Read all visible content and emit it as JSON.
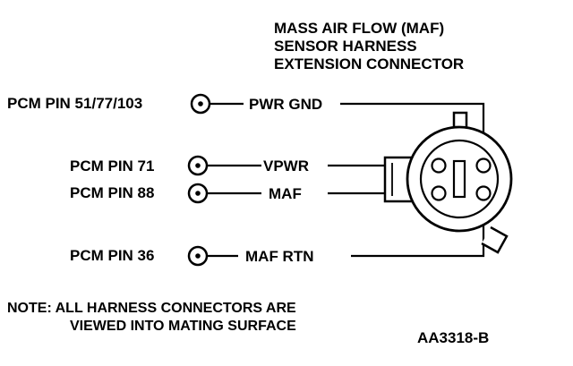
{
  "title": {
    "line1": "MASS AIR FLOW (MAF)",
    "line2": "SENSOR HARNESS",
    "line3": "EXTENSION CONNECTOR"
  },
  "pins": [
    {
      "pcm_label": "PCM PIN 51/77/103",
      "signal": "PWR GND"
    },
    {
      "pcm_label": "PCM PIN 71",
      "signal": "VPWR"
    },
    {
      "pcm_label": "PCM PIN 88",
      "signal": "MAF"
    },
    {
      "pcm_label": "PCM PIN 36",
      "signal": "MAF RTN"
    }
  ],
  "note": {
    "line1": "NOTE: ALL HARNESS CONNECTORS ARE",
    "line2": "VIEWED INTO MATING SURFACE"
  },
  "figure_code": "AA3318-B",
  "colors": {
    "ink": "#000000",
    "background": "#ffffff"
  }
}
